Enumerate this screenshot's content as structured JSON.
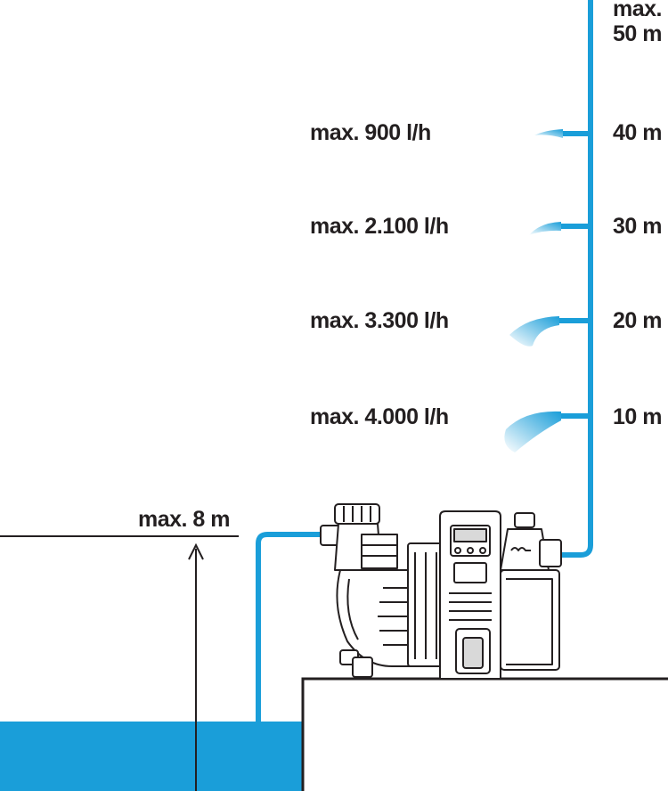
{
  "colors": {
    "water": "#1a9ed9",
    "pipe": "#1a9ed9",
    "line": "#231f20",
    "pump_fill": "#ffffff",
    "pump_shade": "#d9d9d9"
  },
  "max_height": {
    "line1": "max.",
    "line2": "50 m"
  },
  "levels": [
    {
      "height": "40 m",
      "flow": "max. 900 l/h"
    },
    {
      "height": "30 m",
      "flow": "max. 2.100 l/h"
    },
    {
      "height": "20 m",
      "flow": "max. 3.300 l/h"
    },
    {
      "height": "10 m",
      "flow": "max. 4.000 l/h"
    }
  ],
  "suction": {
    "label": "max. 8 m"
  },
  "icons": {
    "pump": "garden-pump-icon",
    "display": "control-panel-icon",
    "spray": "water-jet-icon"
  }
}
